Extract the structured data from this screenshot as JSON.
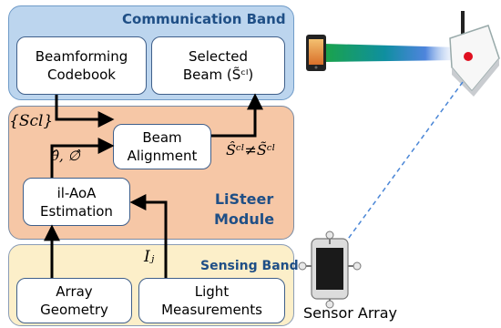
{
  "bands": {
    "communication": "Communication Band",
    "listeer": [
      "LiSteer",
      "Module"
    ],
    "sensing": "Sensing Band"
  },
  "boxes": {
    "codebook": [
      "Beamforming",
      "Codebook"
    ],
    "selected": [
      "Selected",
      "Beam (S̃ᶜˡ)"
    ],
    "alignment": [
      "Beam",
      "Alignment"
    ],
    "aoa": [
      "il-AoA",
      "Estimation"
    ],
    "geometry": [
      "Array",
      "Geometry"
    ],
    "light": [
      "Light",
      "Measurements"
    ]
  },
  "math": {
    "scl": "{Scl}",
    "angles": "θ̂, ∅̂",
    "neq": "Ŝᶜˡ≠S̃ᶜˡ",
    "ij": "Iⱼ"
  },
  "caption": "Sensor Array",
  "colors": {
    "communication_band": "#bcd5ee",
    "listeer_band": "#f6c7a6",
    "sensing_band": "#fcefc9",
    "title_text": "#1f4f86",
    "router_led": "#e01020",
    "beam_green": "#1aa34a",
    "beam_blue": "#2f6fd6"
  }
}
